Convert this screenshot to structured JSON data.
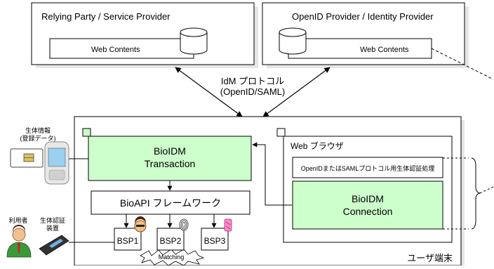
{
  "rp": {
    "title": "Relying Party / Service Provider",
    "web": "Web Contents"
  },
  "op": {
    "title": "OpenID Provider / Identity Provider",
    "web": "Web Contents"
  },
  "protocol": {
    "line1": "IdM プロトコル",
    "line2": "(OpenID/SAML)"
  },
  "terminal": {
    "label": "ユーザ端末",
    "transaction": {
      "line1": "BioIDM",
      "line2": "Transaction"
    },
    "framework": "BioAPI フレームワーク",
    "bsp": [
      "BSP1",
      "BSP2",
      "BSP3"
    ],
    "matching": "Matching",
    "browser": {
      "title": "Web ブラウザ",
      "plugin": "OpenIDまたはSAMLプロトコル用生体認証処理",
      "connection": {
        "line1": "BioIDM",
        "line2": "Connection"
      }
    }
  },
  "side": {
    "bio_info_line1": "生体情報",
    "bio_info_line2": "(登録データ)",
    "user": "利用者",
    "device_line1": "生体認証",
    "device_line2": "装置"
  },
  "colors": {
    "green_fill": "#ccffcc",
    "border": "#000000"
  }
}
